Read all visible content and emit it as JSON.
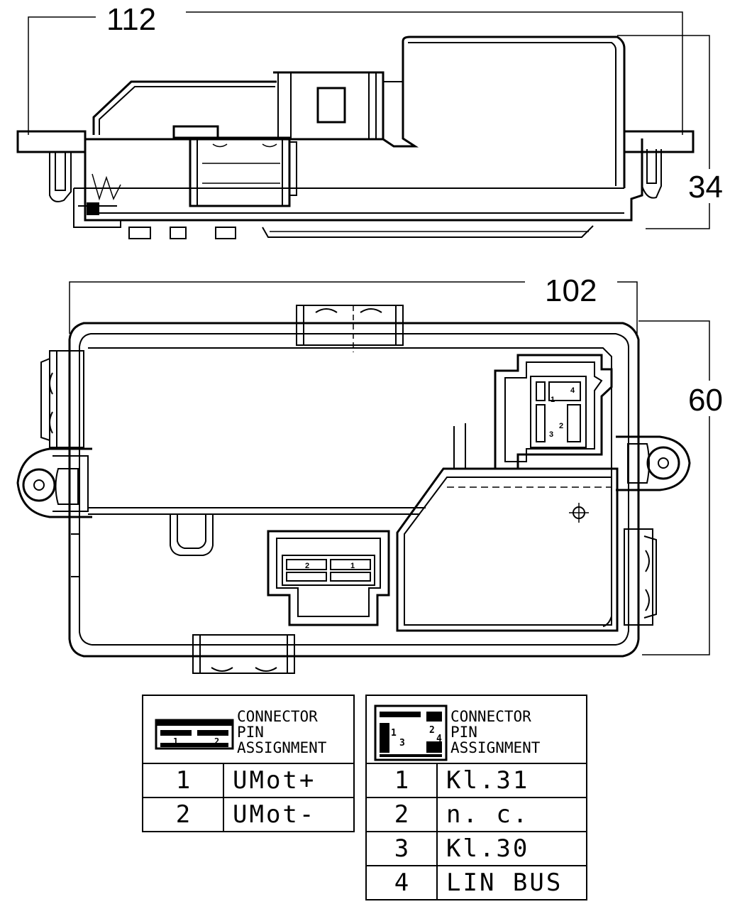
{
  "dimensions": {
    "top_width": "112",
    "top_height": "34",
    "bottom_width": "102",
    "bottom_height": "60"
  },
  "connector_left": {
    "caption": [
      "CONNECTOR",
      "PIN",
      "ASSIGNMENT"
    ],
    "icon_pins": [
      "1",
      "2"
    ],
    "rows": [
      {
        "pin": "1",
        "signal": "UMot+"
      },
      {
        "pin": "2",
        "signal": "UMot-"
      }
    ]
  },
  "connector_right": {
    "caption": [
      "CONNECTOR",
      "PIN",
      "ASSIGNMENT"
    ],
    "icon_pins": [
      "1",
      "2",
      "3",
      "4"
    ],
    "rows": [
      {
        "pin": "1",
        "signal": "Kl.31"
      },
      {
        "pin": "2",
        "signal": "n. c."
      },
      {
        "pin": "3",
        "signal": "Kl.30"
      },
      {
        "pin": "4",
        "signal": "LIN BUS"
      }
    ]
  },
  "drawing_pin_labels": {
    "motor_connector": [
      "2",
      "1"
    ],
    "lin_connector": [
      "4",
      "1",
      "2",
      "3"
    ]
  }
}
